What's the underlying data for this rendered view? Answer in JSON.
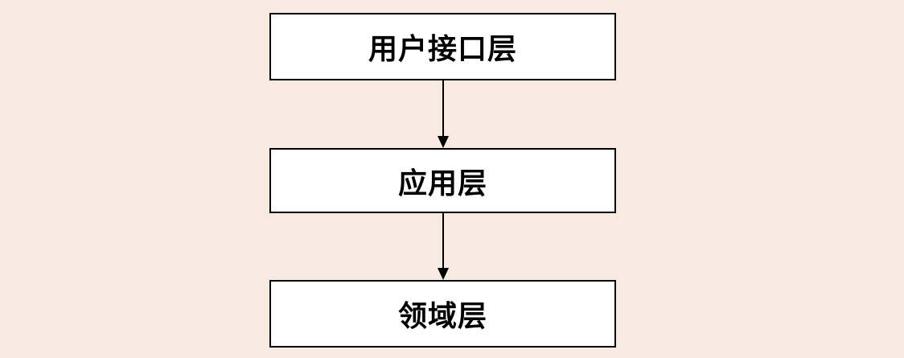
{
  "diagram": {
    "type": "flowchart",
    "direction": "top-down",
    "background_color": "#F8EAE0",
    "node_fill_color": "#FFFFFF",
    "line_color": "#000000",
    "text_color": "#000000",
    "nodes": [
      {
        "id": "user-interface-layer",
        "label": "用户接口层"
      },
      {
        "id": "application-layer",
        "label": "应用层"
      },
      {
        "id": "domain-layer",
        "label": "领域层"
      }
    ],
    "edges": [
      {
        "from": "user-interface-layer",
        "to": "application-layer",
        "style": "solid-arrow-down"
      },
      {
        "from": "application-layer",
        "to": "domain-layer",
        "style": "solid-arrow-down"
      }
    ]
  }
}
